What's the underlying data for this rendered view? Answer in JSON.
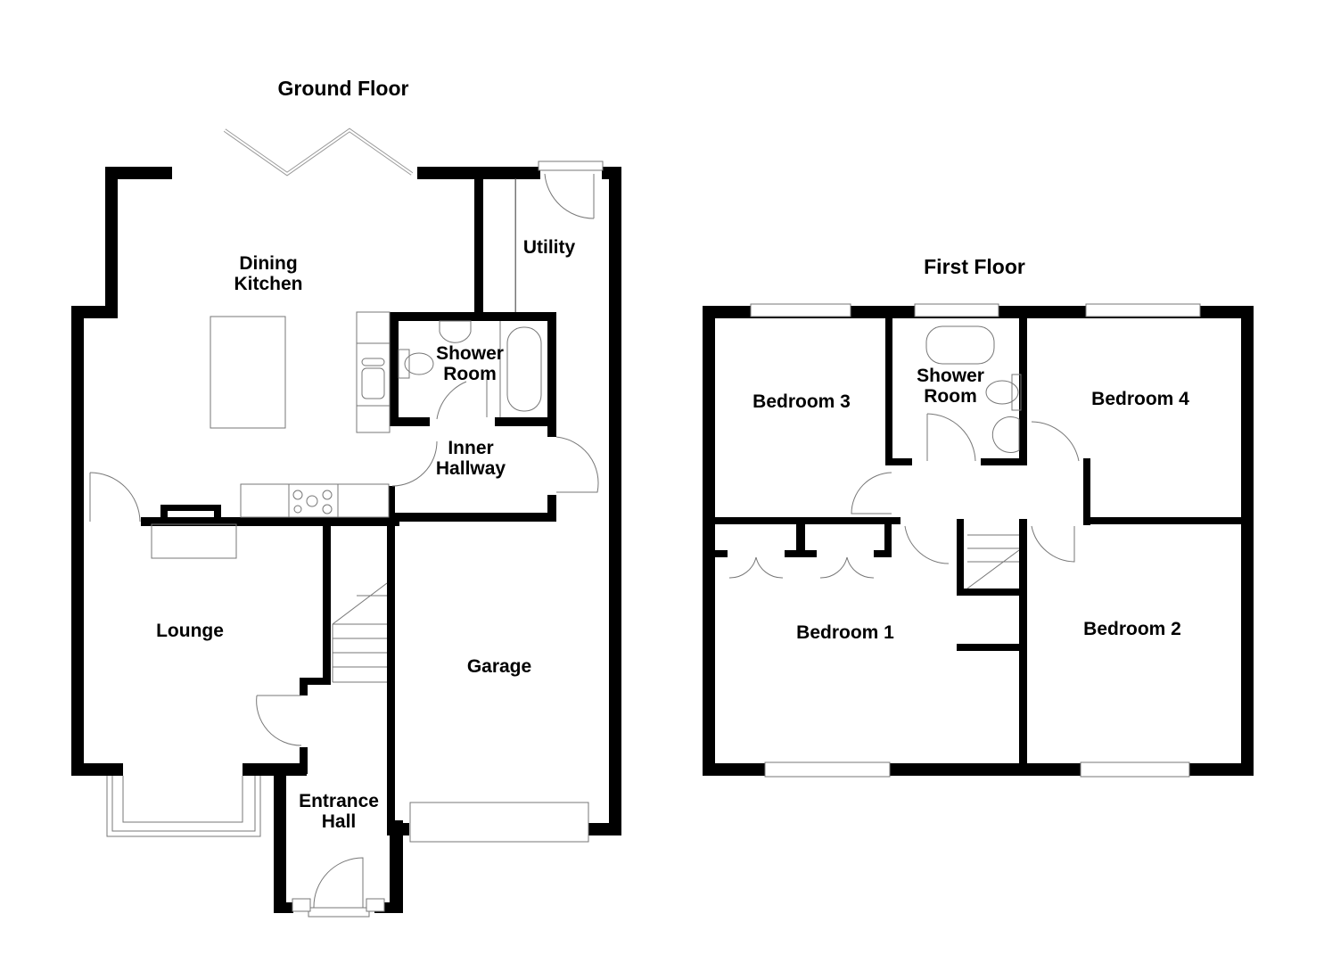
{
  "floors": {
    "ground": {
      "title": "Ground Floor",
      "rooms": {
        "dining_kitchen": "Dining\nKitchen",
        "utility": "Utility",
        "shower_room": "Shower\nRoom",
        "inner_hallway": "Inner\nHallway",
        "lounge": "Lounge",
        "garage": "Garage",
        "entrance_hall": "Entrance\nHall"
      }
    },
    "first": {
      "title": "First Floor",
      "rooms": {
        "bedroom_3": "Bedroom 3",
        "shower_room": "Shower\nRoom",
        "bedroom_4": "Bedroom 4",
        "bedroom_1": "Bedroom 1",
        "bedroom_2": "Bedroom 2"
      }
    }
  },
  "colors": {
    "wall": "#000000",
    "fixture_line": "#777777",
    "background": "#ffffff"
  }
}
